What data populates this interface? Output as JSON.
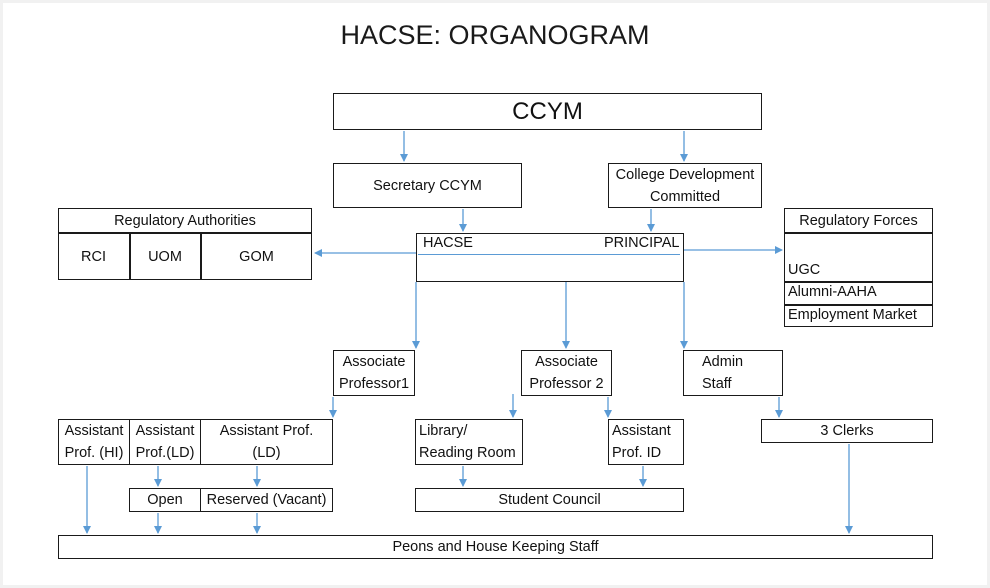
{
  "title": "HACSE: ORGANOGRAM",
  "nodes": {
    "ccym": "CCYM",
    "secretary": "Secretary CCYM",
    "college_dev_line1": "College Development",
    "college_dev_line2": "Committed",
    "regulatory_authorities": {
      "header": "Regulatory Authorities",
      "items": [
        "RCI",
        "UOM",
        "GOM"
      ]
    },
    "hacse_left": "HACSE",
    "hacse_right": "PRINCIPAL",
    "regulatory_forces": {
      "header": "Regulatory Forces",
      "items": [
        "UGC",
        "Alumni-AAHA",
        "Employment Market"
      ]
    },
    "assoc_prof1_line1": "Associate",
    "assoc_prof1_line2": "Professor1",
    "assoc_prof2_line1": "Associate",
    "assoc_prof2_line2": "Professor 2",
    "admin_line1": "Admin",
    "admin_line2": "Staff",
    "asst_hi_line1": "Assistant",
    "asst_hi_line2": "Prof. (HI)",
    "asst_ld1_line1": "Assistant",
    "asst_ld1_line2": "Prof.(LD)",
    "asst_ld2_line1": "Assistant Prof.",
    "asst_ld2_line2": "(LD)",
    "library_line1": "Library/",
    "library_line2": "Reading Room",
    "asst_id_line1": "Assistant",
    "asst_id_line2": "Prof. ID",
    "clerks": "3 Clerks",
    "open": "Open",
    "reserved": "Reserved (Vacant)",
    "student_council": "Student Council",
    "peons": "Peons and House Keeping Staff"
  },
  "colors": {
    "arrow": "#5b9bd5",
    "border": "#1a1a1a"
  }
}
